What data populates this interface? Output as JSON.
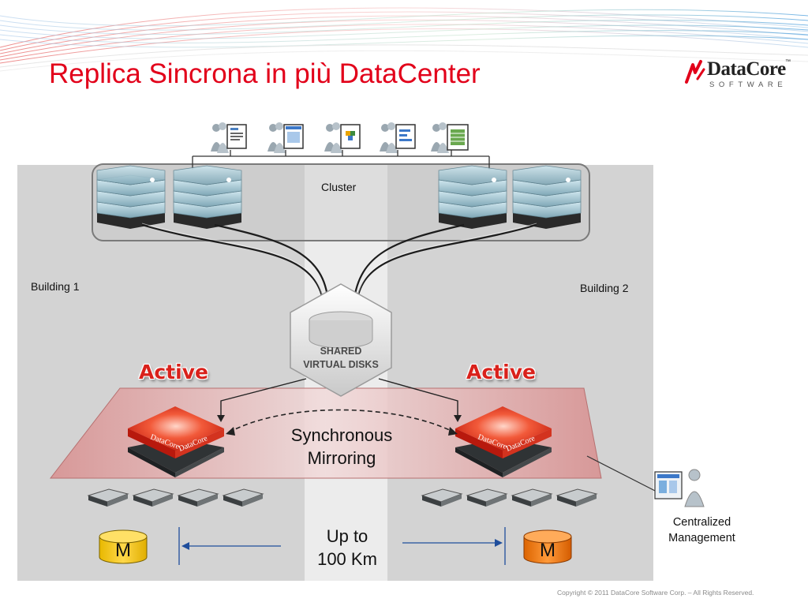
{
  "title": "Replica Sincrona in più DataCenter",
  "logo": {
    "name": "DataCore",
    "tm": "™",
    "subtitle": "SOFTWARE"
  },
  "labels": {
    "cluster": "Cluster",
    "building_1": "Building 1",
    "building_2": "Building 2",
    "shared_line1": "SHARED",
    "shared_line2": "VIRTUAL DISKS",
    "active_left": "Active",
    "active_right": "Active",
    "sync_line1": "Synchronous",
    "sync_line2": "Mirroring",
    "distance_line1": "Up to",
    "distance_line2": "100 Km",
    "mgmt_line1": "Centralized",
    "mgmt_line2": "Management",
    "m_left": "M",
    "m_right": "M",
    "node_brand": "DataCore"
  },
  "copyright": "Copyright © 2011 DataCore Software Corp. – All Rights Reserved.",
  "colors": {
    "title": "#e2001a",
    "active": "#d9211b",
    "building_bg": "#d3d3d3",
    "mirror_plane": "#d88e8e",
    "m_left_fill": "#f5c800",
    "m_right_fill": "#f07a0a",
    "distance_arrow": "#1f4e9c"
  },
  "icons": {
    "users": [
      "users-document-icon",
      "users-window-icon",
      "users-cube-icon",
      "users-chart-icon",
      "users-spreadsheet-icon"
    ],
    "servers": "server-stack-icon",
    "storage": "disk-enclosure-icon",
    "admin": "admin-workstation-icon"
  }
}
